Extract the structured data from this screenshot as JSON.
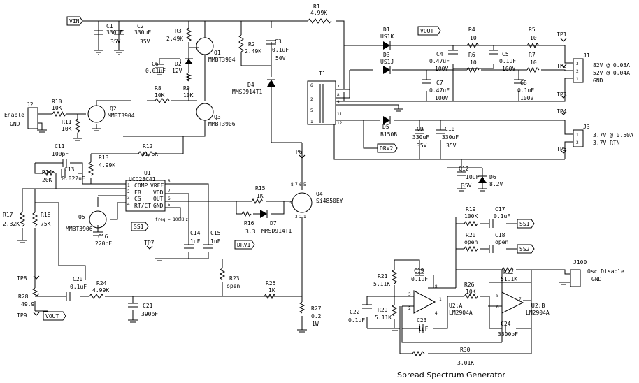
{
  "title": "Spread Spectrum Generator",
  "nets": {
    "vin": "VIN",
    "vout_top": "VOUT",
    "vout_bot": "VOUT",
    "ss1_a": "SS1",
    "ss1_b": "SS1",
    "ss2": "SS2",
    "drv1": "DRV1",
    "drv2": "DRV2"
  },
  "components": [
    {
      "id": "r1",
      "ref": "R1",
      "value": "4.99K"
    },
    {
      "id": "c1",
      "ref": "C1",
      "value": "330uF",
      "value2": "35V"
    },
    {
      "id": "c2",
      "ref": "C2",
      "value": "330uF",
      "value2": "35V"
    },
    {
      "id": "r3",
      "ref": "R3",
      "value": "2.49K"
    },
    {
      "id": "q1",
      "ref": "Q1",
      "value": "MMBT3904"
    },
    {
      "id": "c6",
      "ref": "C6",
      "value": "0.01uF"
    },
    {
      "id": "d2",
      "ref": "D2",
      "value": "12V"
    },
    {
      "id": "r2",
      "ref": "R2",
      "value": "2.49K"
    },
    {
      "id": "c3",
      "ref": "C3",
      "value": "0.1uF",
      "value2": "50V"
    },
    {
      "id": "d4",
      "ref": "D4",
      "value": "MMSD914T1"
    },
    {
      "id": "r8",
      "ref": "R8",
      "value": "10K"
    },
    {
      "id": "r9",
      "ref": "R9",
      "value": "10K"
    },
    {
      "id": "q3",
      "ref": "Q3",
      "value": "MMBT3906"
    },
    {
      "id": "r10",
      "ref": "R10",
      "value": "10K"
    },
    {
      "id": "r11",
      "ref": "R11",
      "value": "10K"
    },
    {
      "id": "q2",
      "ref": "Q2",
      "value": "MMBT3904"
    },
    {
      "id": "j2",
      "ref": "J2",
      "value": "Enable",
      "value2": "GND"
    },
    {
      "id": "c11",
      "ref": "C11",
      "value": "100pF"
    },
    {
      "id": "r12",
      "ref": "R12",
      "value": "31.6K"
    },
    {
      "id": "r13",
      "ref": "R13",
      "value": "4.99K"
    },
    {
      "id": "r14",
      "ref": "R14",
      "value": "20K"
    },
    {
      "id": "c13",
      "ref": "C13",
      "value": "0.022uF"
    },
    {
      "id": "u1",
      "ref": "U1",
      "value": "UCC28C41"
    },
    {
      "id": "r17",
      "ref": "R17",
      "value": "2.32K"
    },
    {
      "id": "r18",
      "ref": "R18",
      "value": "75K"
    },
    {
      "id": "q5",
      "ref": "Q5",
      "value": "MMBT3906"
    },
    {
      "id": "c16",
      "ref": "C16",
      "value": "220pF"
    },
    {
      "id": "c14",
      "ref": "C14",
      "value": "1uF"
    },
    {
      "id": "c15",
      "ref": "C15",
      "value": "1uF"
    },
    {
      "id": "r15",
      "ref": "R15",
      "value": "1K"
    },
    {
      "id": "r16",
      "ref": "R16",
      "value": "3.3"
    },
    {
      "id": "d7",
      "ref": "D7",
      "value": "MMSD914T1"
    },
    {
      "id": "q4",
      "ref": "Q4",
      "value": "Si4850EY"
    },
    {
      "id": "r23",
      "ref": "R23",
      "value": "open"
    },
    {
      "id": "r25",
      "ref": "R25",
      "value": "1K"
    },
    {
      "id": "r27",
      "ref": "R27",
      "value": "0.2",
      "value2": "1W"
    },
    {
      "id": "c20",
      "ref": "C20",
      "value": "0.1uF"
    },
    {
      "id": "r24",
      "ref": "R24",
      "value": "4.99K"
    },
    {
      "id": "c21",
      "ref": "C21",
      "value": "390pF"
    },
    {
      "id": "r28",
      "ref": "R28",
      "value": "49.9"
    },
    {
      "id": "t1",
      "ref": "T1",
      "value": ""
    },
    {
      "id": "d1",
      "ref": "D1",
      "value": "US1K"
    },
    {
      "id": "d3",
      "ref": "D3",
      "value": "US1J"
    },
    {
      "id": "c4",
      "ref": "C4",
      "value": "0.47uF",
      "value2": "100V"
    },
    {
      "id": "c7",
      "ref": "C7",
      "value": "0.47uF",
      "value2": "100V"
    },
    {
      "id": "r4",
      "ref": "R4",
      "value": "10"
    },
    {
      "id": "r6",
      "ref": "R6",
      "value": "10"
    },
    {
      "id": "c5",
      "ref": "C5",
      "value": "0.1uF",
      "value2": "100V"
    },
    {
      "id": "c8",
      "ref": "C8",
      "value": "0.1uF",
      "value2": "100V"
    },
    {
      "id": "r5",
      "ref": "R5",
      "value": "10"
    },
    {
      "id": "r7",
      "ref": "R7",
      "value": "10"
    },
    {
      "id": "j1",
      "ref": "J1",
      "value": "82V @ 0.03A",
      "value2": "52V @ 0.04A",
      "value3": "GND"
    },
    {
      "id": "d5",
      "ref": "D5",
      "value": "B150B"
    },
    {
      "id": "c9",
      "ref": "C9",
      "value": "330uF",
      "value2": "35V"
    },
    {
      "id": "c10",
      "ref": "C10",
      "value": "330uF",
      "value2": "35V"
    },
    {
      "id": "j3",
      "ref": "J3",
      "value": "3.7V @ 0.50A",
      "value2": "3.7V RTN"
    },
    {
      "id": "c12",
      "ref": "C12",
      "value": "10uF",
      "value2": "35V"
    },
    {
      "id": "d6",
      "ref": "D6",
      "value": "8.2V"
    },
    {
      "id": "r19",
      "ref": "R19",
      "value": "100K"
    },
    {
      "id": "c17",
      "ref": "C17",
      "value": "0.1uF"
    },
    {
      "id": "r20",
      "ref": "R20",
      "value": "open"
    },
    {
      "id": "c18",
      "ref": "C18",
      "value": "open"
    },
    {
      "id": "j100",
      "ref": "J100",
      "value": "Osc Disable",
      "value2": "GND"
    },
    {
      "id": "r21",
      "ref": "R21",
      "value": "5.11K"
    },
    {
      "id": "c19",
      "ref": "C19",
      "value": "0.1uF"
    },
    {
      "id": "c22",
      "ref": "C22",
      "value": "0.1uF"
    },
    {
      "id": "r29",
      "ref": "R29",
      "value": "5.11K"
    },
    {
      "id": "u2a",
      "ref": "U2:A",
      "value": "LM2904A"
    },
    {
      "id": "c23",
      "ref": "C23",
      "value": "1uF"
    },
    {
      "id": "r26",
      "ref": "R26",
      "value": "10K"
    },
    {
      "id": "r22",
      "ref": "R22",
      "value": "51.1K"
    },
    {
      "id": "u2b",
      "ref": "U2:B",
      "value": "LM2904A"
    },
    {
      "id": "c24",
      "ref": "C24",
      "value": "3300pF"
    },
    {
      "id": "r30",
      "ref": "R30",
      "value": "3.01K"
    }
  ],
  "test_points": [
    "TP1",
    "TP2",
    "TP3",
    "TP4",
    "TP5",
    "TP6",
    "TP7",
    "TP8",
    "TP9"
  ],
  "u1_pins": {
    "comp": "COMP",
    "fb": "FB",
    "cs": "CS",
    "rtct": "RT/CT",
    "vref": "VREF",
    "vdd": "VDD",
    "out": "OUT",
    "gnd": "GND",
    "n1": "1",
    "n2": "2",
    "n3": "3",
    "n4": "4",
    "n5": "5",
    "n6": "6",
    "n7": "7",
    "n8": "8",
    "freq": "freq = 100KHz"
  },
  "t1_pins": [
    "6",
    "2",
    "5",
    "1",
    "7",
    "8",
    "9",
    "11",
    "12"
  ],
  "q4_pins": [
    "8",
    "7",
    "6",
    "5",
    "4",
    "3",
    "2",
    "1"
  ],
  "opamp_pins": {
    "a_in_p": "3",
    "a_in_n": "2",
    "a_v": "8",
    "a_g": "4",
    "a_out": "1",
    "b_in_p": "5",
    "b_in_n": "6",
    "b_out": "7"
  },
  "conn_pins": {
    "j1": [
      "3",
      "2",
      "1"
    ],
    "j3": [
      "1",
      "2"
    ]
  }
}
